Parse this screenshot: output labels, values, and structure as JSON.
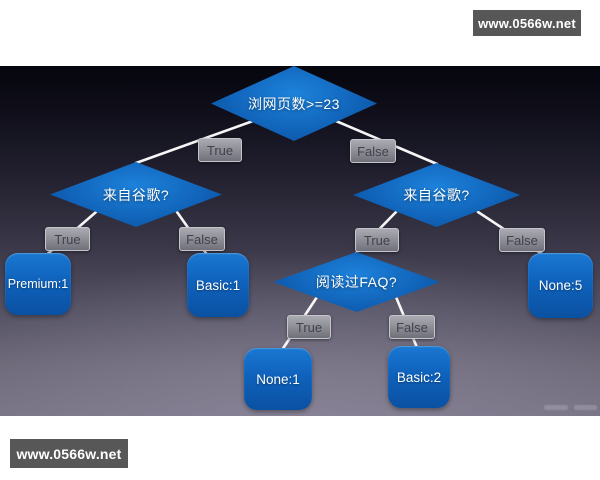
{
  "watermarks": {
    "top_right": "www.0566w.net",
    "bottom_left": "www.0566w.net"
  },
  "tree": {
    "decisions": {
      "root": "浏网页数>=23",
      "left_google": "来自谷歌?",
      "right_google": "来自谷歌?",
      "faq": "阅读过FAQ?"
    },
    "leaves": {
      "premium_1": "Premium:1",
      "basic_1": "Basic:1",
      "none_1": "None:1",
      "basic_2": "Basic:2",
      "none_5": "None:5"
    },
    "edge_labels": {
      "t": "True",
      "f": "False"
    }
  },
  "colors": {
    "decision_node": "#1470cc",
    "leaf_node": "#0f62b8",
    "edge_label_bg": "#8d8d96",
    "connector": "#ffffff",
    "watermark_bg": "#575757"
  }
}
